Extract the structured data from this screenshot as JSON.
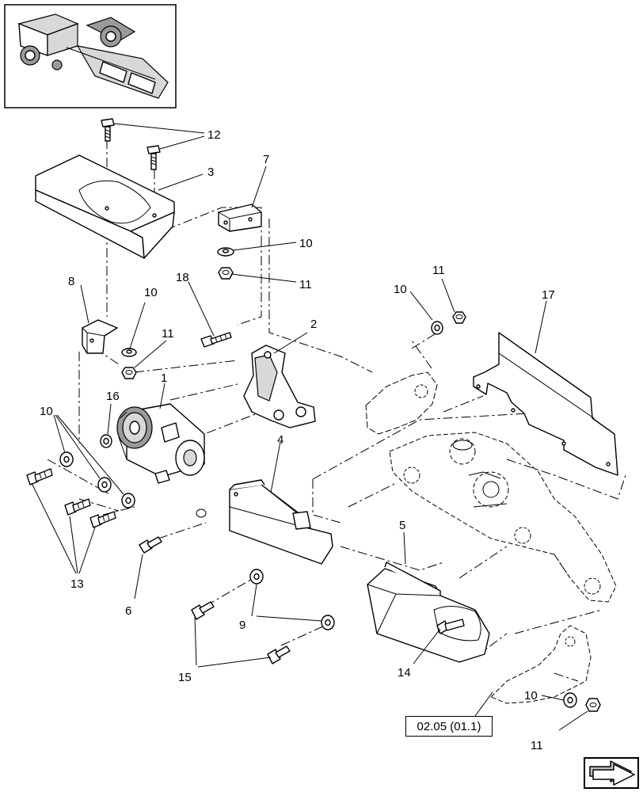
{
  "diagram": {
    "callouts": {
      "c1": "1",
      "c2": "2",
      "c3": "3",
      "c4": "4",
      "c5": "5",
      "c6": "6",
      "c7": "7",
      "c8": "8",
      "c9": "9",
      "c10a": "10",
      "c10b": "10",
      "c10c": "10",
      "c10d": "10",
      "c10e": "10",
      "c11a": "11",
      "c11b": "11",
      "c11c": "11",
      "c11d": "11",
      "c12": "12",
      "c13": "13",
      "c14": "14",
      "c15": "15",
      "c16": "16",
      "c17": "17",
      "c18": "18"
    },
    "reference_box": "02.05 (01.1)"
  },
  "icons": {
    "navigation": "next-page-arrow-icon"
  }
}
